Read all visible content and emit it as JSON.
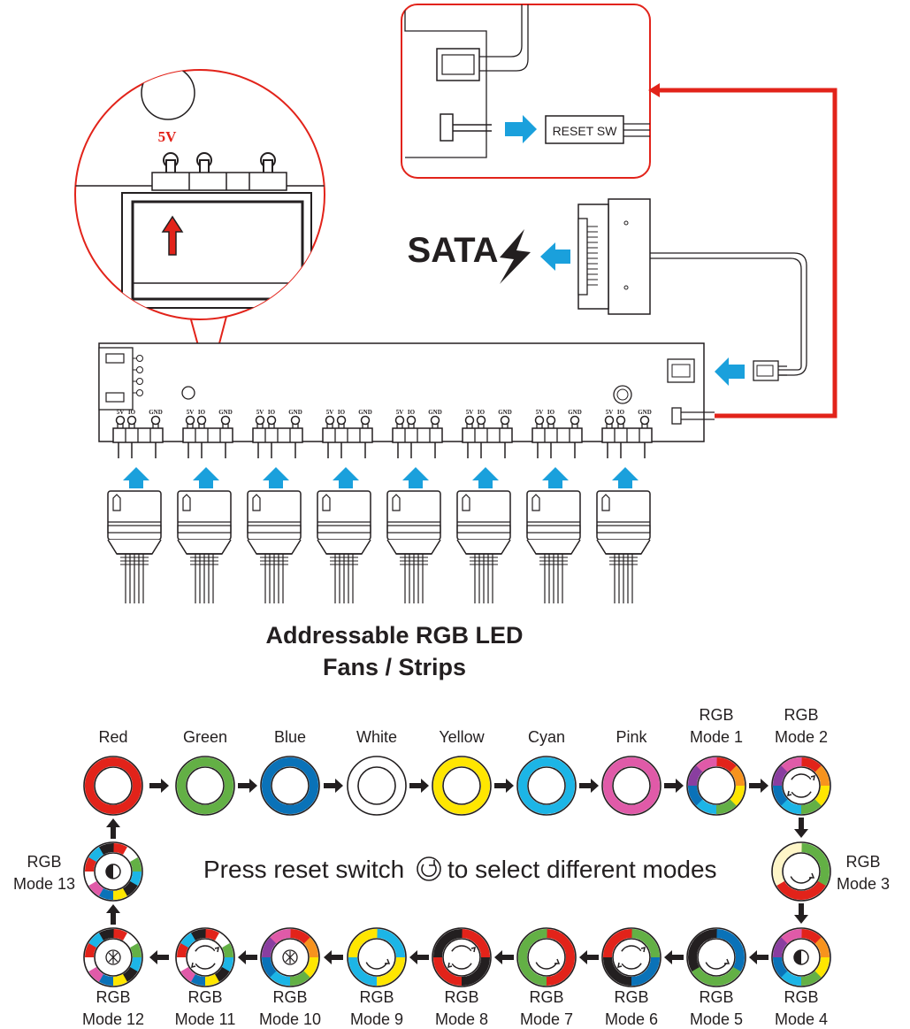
{
  "colors": {
    "accent_red": "#e2231a",
    "accent_blue": "#1aa0dc",
    "line": "#231f20"
  },
  "wiring": {
    "reset_switch_label": "RESET SW",
    "sata_label": "SATA",
    "five_volt_label": "5V",
    "pin_labels": {
      "v5": "5V",
      "io": "IO",
      "gnd": "GND"
    },
    "header_count": 8,
    "title_line1": "Addressable RGB LED",
    "title_line2": "Fans / Strips"
  },
  "modes": {
    "instruction": "Press reset switch",
    "instruction_end": "to select different modes",
    "items": [
      {
        "name": "Red",
        "l1": "Red",
        "l2": "",
        "style": "solid",
        "color": "#e2231a"
      },
      {
        "name": "Green",
        "l1": "Green",
        "l2": "",
        "style": "solid",
        "color": "#63b045"
      },
      {
        "name": "Blue",
        "l1": "Blue",
        "l2": "",
        "style": "solid",
        "color": "#0a72b8"
      },
      {
        "name": "White",
        "l1": "White",
        "l2": "",
        "style": "white",
        "color": "#ffffff"
      },
      {
        "name": "Yellow",
        "l1": "Yellow",
        "l2": "",
        "style": "solid",
        "color": "#ffe600"
      },
      {
        "name": "Cyan",
        "l1": "Cyan",
        "l2": "",
        "style": "solid",
        "color": "#1cb5e6"
      },
      {
        "name": "Pink",
        "l1": "Pink",
        "l2": "",
        "style": "solid",
        "color": "#e05aa8"
      },
      {
        "name": "RGB Mode 1",
        "l1": "RGB",
        "l2": "Mode 1",
        "style": "rainbow",
        "icon": "none"
      },
      {
        "name": "RGB Mode 2",
        "l1": "RGB",
        "l2": "Mode 2",
        "style": "rainbow",
        "icon": "cycle"
      },
      {
        "name": "RGB Mode 3",
        "l1": "RGB",
        "l2": "Mode 3",
        "style": "split",
        "colors": [
          "#63b045",
          "#e2231a",
          "#fff6c8"
        ],
        "icon": "arc"
      },
      {
        "name": "RGB Mode 4",
        "l1": "RGB",
        "l2": "Mode 4",
        "style": "rainbow",
        "icon": "half"
      },
      {
        "name": "RGB Mode 5",
        "l1": "RGB",
        "l2": "Mode 5",
        "style": "split",
        "colors": [
          "#0a72b8",
          "#63b045",
          "#231f20"
        ],
        "icon": "arc"
      },
      {
        "name": "RGB Mode 6",
        "l1": "RGB",
        "l2": "Mode 6",
        "style": "split",
        "colors": [
          "#63b045",
          "#0a72b8",
          "#231f20",
          "#e2231a"
        ],
        "icon": "cycle"
      },
      {
        "name": "RGB Mode 7",
        "l1": "RGB",
        "l2": "Mode 7",
        "style": "split",
        "colors": [
          "#e2231a",
          "#63b045"
        ],
        "icon": "arc"
      },
      {
        "name": "RGB Mode 8",
        "l1": "RGB",
        "l2": "Mode 8",
        "style": "split",
        "colors": [
          "#e2231a",
          "#231f20",
          "#e2231a",
          "#231f20"
        ],
        "icon": "cycle"
      },
      {
        "name": "RGB Mode 9",
        "l1": "RGB",
        "l2": "Mode 9",
        "style": "split",
        "colors": [
          "#1cb5e6",
          "#ffe600",
          "#1cb5e6",
          "#ffe600"
        ],
        "icon": "arc"
      },
      {
        "name": "RGB Mode 10",
        "l1": "RGB",
        "l2": "Mode 10",
        "style": "rainbow",
        "icon": "fan"
      },
      {
        "name": "RGB Mode 11",
        "l1": "RGB",
        "l2": "Mode 11",
        "style": "segments",
        "icon": "cycle"
      },
      {
        "name": "RGB Mode 12",
        "l1": "RGB",
        "l2": "Mode 12",
        "style": "segments",
        "icon": "fan"
      },
      {
        "name": "RGB Mode 13",
        "l1": "RGB",
        "l2": "Mode 13",
        "style": "segments",
        "icon": "half"
      }
    ]
  }
}
